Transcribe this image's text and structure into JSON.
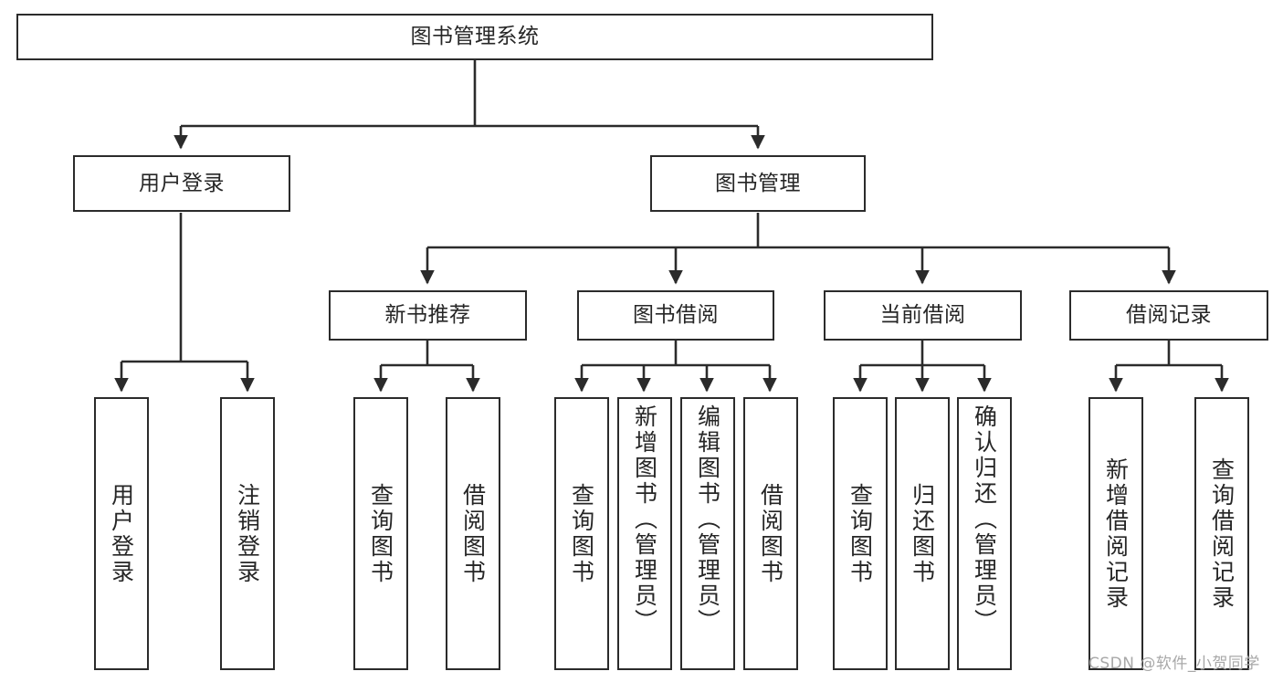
{
  "diagram": {
    "title": "图书管理系统",
    "type": "tree-hierarchy",
    "orientation": "top-down",
    "colors": {
      "box_border": "#2b2b2b",
      "box_fill": "#ffffff",
      "edge": "#2b2b2b",
      "text": "#262626",
      "watermark": "#a8a8a8",
      "background": "#ffffff"
    },
    "root": {
      "label": "图书管理系统"
    },
    "level1": [
      {
        "label": "用户登录"
      },
      {
        "label": "图书管理"
      }
    ],
    "level2": [
      {
        "label": "新书推荐"
      },
      {
        "label": "图书借阅"
      },
      {
        "label": "当前借阅"
      },
      {
        "label": "借阅记录"
      }
    ],
    "leaves": {
      "user_login": [
        {
          "label": "用户登录"
        },
        {
          "label": "注销登录"
        }
      ],
      "new_book_recommend": [
        {
          "label": "查询图书"
        },
        {
          "label": "借阅图书"
        }
      ],
      "book_borrow": [
        {
          "label": "查询图书"
        },
        {
          "label": "新增图书（管理员）"
        },
        {
          "label": "编辑图书（管理员）"
        },
        {
          "label": "借阅图书"
        }
      ],
      "current_borrow": [
        {
          "label": "查询图书"
        },
        {
          "label": "归还图书"
        },
        {
          "label": "确认归还（管理员）"
        }
      ],
      "borrow_record": [
        {
          "label": "新增借阅记录"
        },
        {
          "label": "查询借阅记录"
        }
      ]
    }
  },
  "watermark": {
    "text": "CSDN @软件_小贺同学"
  }
}
